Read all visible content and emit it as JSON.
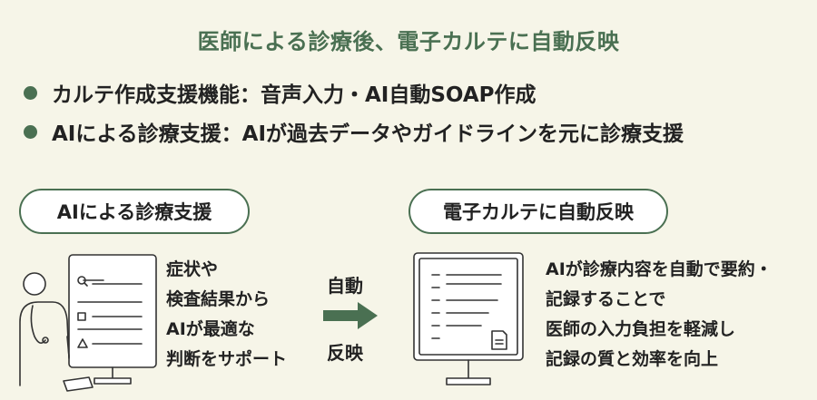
{
  "title": "医師による診療後、電子カルテに自動反映",
  "bullets": [
    "カルテ作成支援機能：音声入力・AI自動SOAP作成",
    "AIによる診療支援：AIが過去データやガイドラインを元に診療支援"
  ],
  "left": {
    "pill": "AIによる診療支援",
    "lines": [
      "症状や",
      "検査結果から",
      "AIが最適な",
      "判断をサポート"
    ]
  },
  "arrow": {
    "top": "自動",
    "bottom": "反映"
  },
  "right": {
    "pill": "電子カルテに自動反映",
    "lines": [
      "AIが診療内容を自動で要約・",
      "記録することで",
      "医師の入力負担を軽減し",
      "記録の質と効率を向上"
    ]
  },
  "colors": {
    "accent": "#4a7052",
    "background": "#f6f5e8"
  }
}
